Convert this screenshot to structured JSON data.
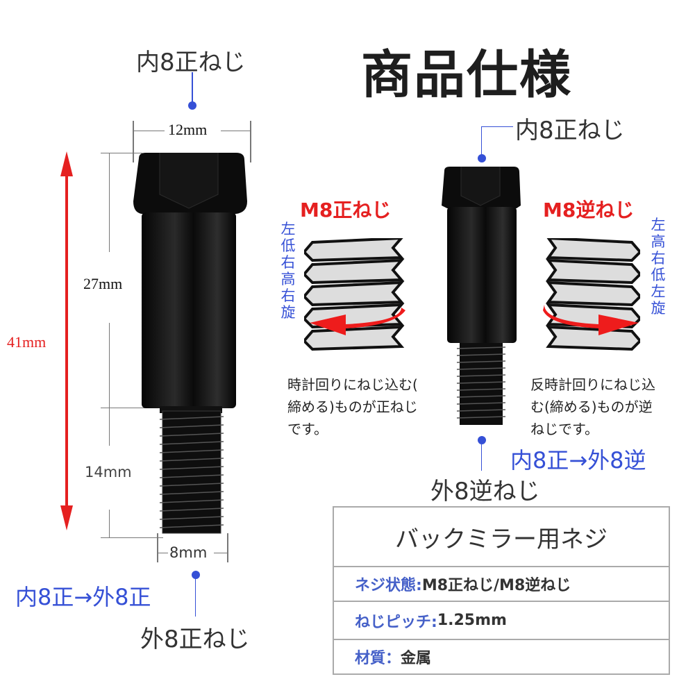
{
  "title": "商品仕様",
  "left_bolt": {
    "top_label": "内8正ねじ",
    "bottom_label": "外8正ねじ",
    "conversion": "内8正→外8正",
    "dims": {
      "head_width": "12mm",
      "body_length": "27mm",
      "total_length": "41mm",
      "thread_length": "14mm",
      "thread_diameter": "8mm"
    }
  },
  "right_bolt": {
    "top_label": "内8正ねじ",
    "bottom_label": "外8逆ねじ",
    "conversion": "内8正→外8逆"
  },
  "thread_diagrams": {
    "right_hand": {
      "title": "M8正ねじ",
      "vertical_note": [
        "左",
        "低",
        "右",
        "高",
        "右",
        "旋"
      ],
      "description": [
        "時計回りにねじ込む(",
        "締める)ものが正ねじ",
        "です。"
      ]
    },
    "left_hand": {
      "title": "M8逆ねじ",
      "vertical_note": [
        "左",
        "高",
        "右",
        "低",
        "左",
        "旋"
      ],
      "description": [
        "反時計回りにねじ込",
        "む(締める)ものが逆",
        "ねじです。"
      ]
    }
  },
  "spec_table": {
    "header": "バックミラー用ネジ",
    "rows": [
      {
        "key": "ネジ状態: ",
        "value": "M8正ねじ/M8逆ねじ"
      },
      {
        "key": "ねじピッチ: ",
        "value": "1.25mm"
      },
      {
        "key": "材質：",
        "value": "金属"
      }
    ]
  },
  "colors": {
    "accent_blue": "#3550d6",
    "accent_red": "#e52020",
    "bolt_black": "#111111"
  }
}
